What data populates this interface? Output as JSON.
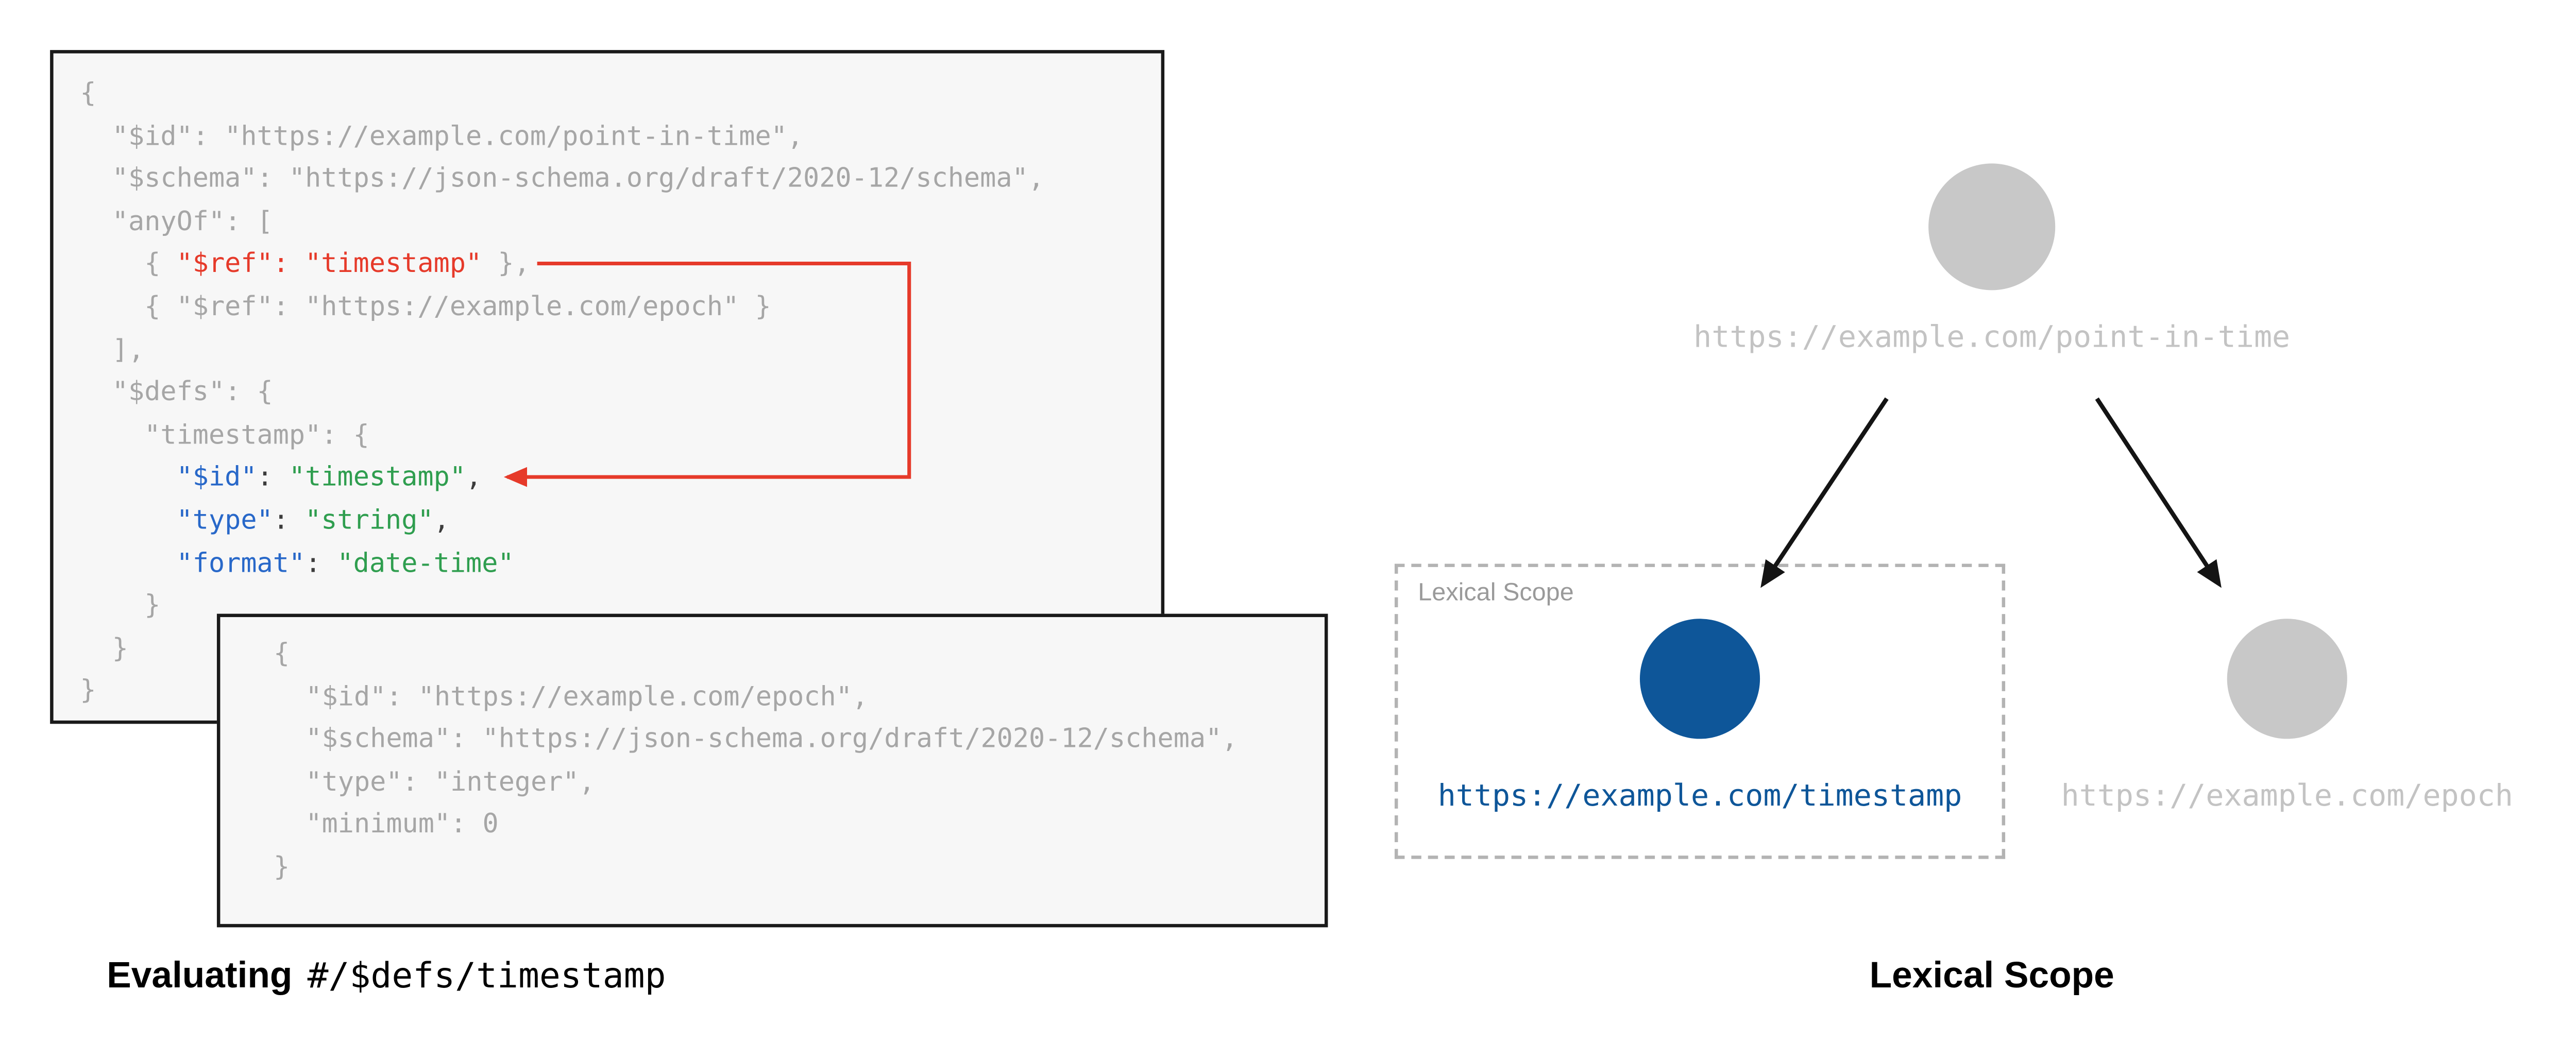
{
  "colors": {
    "panel_bg": "#f7f7f7",
    "panel_border": "#1a1a1a",
    "code_gray": "#a6a6a6",
    "code_dark": "#3c3c3c",
    "red": "#e63a2a",
    "blue": "#2868c9",
    "green": "#2f9e4f",
    "node_blue": "#0e5699",
    "node_gray": "#c8c8c8",
    "label_gray": "#c3c3c3"
  },
  "left_figure": {
    "point_in_time_panel": {
      "lines": [
        "{",
        "  \"$id\": \"https://example.com/point-in-time\",",
        "  \"$schema\": \"https://json-schema.org/draft/2020-12/schema\",",
        "  \"anyOf\": [",
        [
          {
            "t": "    { ",
            "c": "gray"
          },
          {
            "t": "\"$ref\": \"timestamp\"",
            "c": "red"
          },
          {
            "t": " },",
            "c": "gray"
          }
        ],
        "    { \"$ref\": \"https://example.com/epoch\" }",
        "  ],",
        "  \"$defs\": {",
        "    \"timestamp\": {",
        [
          {
            "t": "      ",
            "c": "gray"
          },
          {
            "t": "\"$id\"",
            "c": "blue"
          },
          {
            "t": ": ",
            "c": "dark"
          },
          {
            "t": "\"timestamp\"",
            "c": "green"
          },
          {
            "t": ",",
            "c": "dark"
          }
        ],
        [
          {
            "t": "      ",
            "c": "gray"
          },
          {
            "t": "\"type\"",
            "c": "blue"
          },
          {
            "t": ": ",
            "c": "dark"
          },
          {
            "t": "\"string\"",
            "c": "green"
          },
          {
            "t": ",",
            "c": "dark"
          }
        ],
        [
          {
            "t": "      ",
            "c": "gray"
          },
          {
            "t": "\"format\"",
            "c": "blue"
          },
          {
            "t": ": ",
            "c": "dark"
          },
          {
            "t": "\"date-time\"",
            "c": "green"
          }
        ],
        "    }",
        "  }",
        "}"
      ]
    },
    "epoch_panel": {
      "lines": [
        "{",
        "  \"$id\": \"https://example.com/epoch\",",
        "  \"$schema\": \"https://json-schema.org/draft/2020-12/schema\",",
        "  \"type\": \"integer\",",
        "  \"minimum\": 0",
        "}"
      ]
    },
    "caption": {
      "prefix": "Evaluating",
      "pointer": "#/$defs/timestamp"
    }
  },
  "right_figure": {
    "root_node_label": "https://example.com/point-in-time",
    "scope_box_title": "Lexical Scope",
    "timestamp_node_label": "https://example.com/timestamp",
    "epoch_node_label": "https://example.com/epoch",
    "caption": "Lexical Scope"
  }
}
